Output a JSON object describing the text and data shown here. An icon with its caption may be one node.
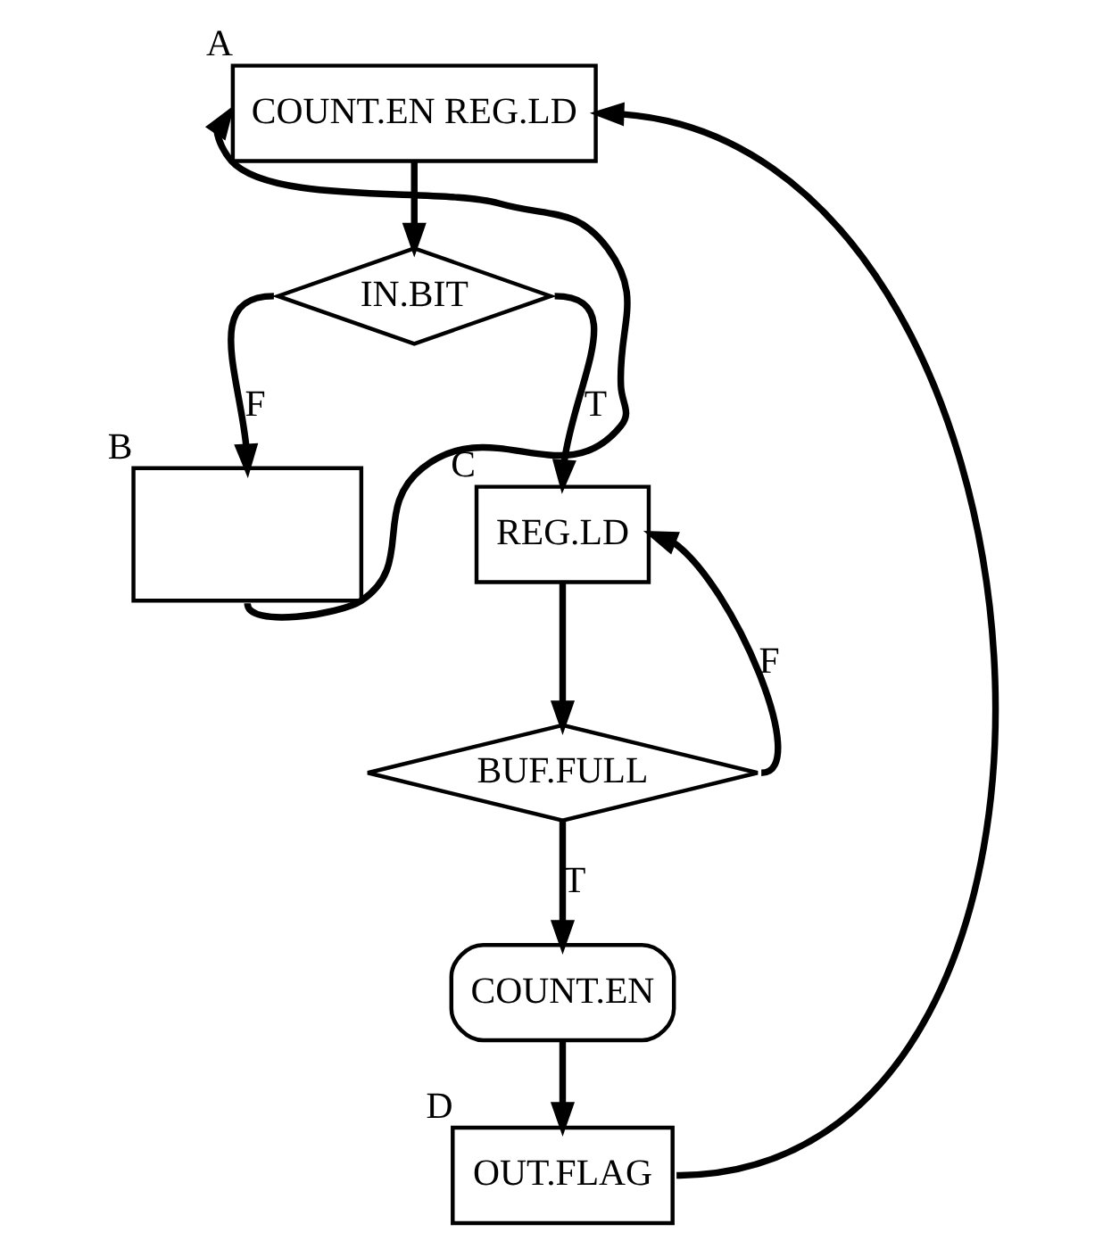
{
  "diagram": {
    "nodes": [
      {
        "text": [
          "COUNT.EN REG.LD"
        ],
        "beside": [
          "A"
        ]
      },
      {
        "text": [
          "IN.BIT"
        ]
      },
      {
        "text": [],
        "shape": "box",
        "beside": [
          "B"
        ]
      },
      {
        "text": [
          "REG.LD"
        ],
        "beside": [
          "C"
        ]
      },
      {
        "text": [
          "BUF.FULL"
        ]
      },
      {
        "text": [
          "COUNT.EN"
        ]
      },
      {
        "text": [
          "OUT.FLAG"
        ],
        "beside": [
          "D"
        ]
      }
    ],
    "edges": [
      {
        "from": 0,
        "to": 1,
        "arrow": "to"
      },
      {
        "from": 1,
        "to": 2,
        "arrow": "to",
        "label": "F"
      },
      {
        "from": 1,
        "to": 3,
        "arrow": "to",
        "label": "T"
      },
      {
        "from": 2,
        "to": 0,
        "arrow": "to"
      },
      {
        "from": 3,
        "to": 4,
        "arrow": "to"
      },
      {
        "from": 4,
        "to": 3,
        "arrow": "to",
        "label": "F"
      },
      {
        "from": 4,
        "to": 5,
        "arrow": "to",
        "label": "T"
      },
      {
        "from": 5,
        "to": 6,
        "arrow": "to"
      },
      {
        "from": 6,
        "to": 0,
        "arrow": "to"
      }
    ]
  }
}
